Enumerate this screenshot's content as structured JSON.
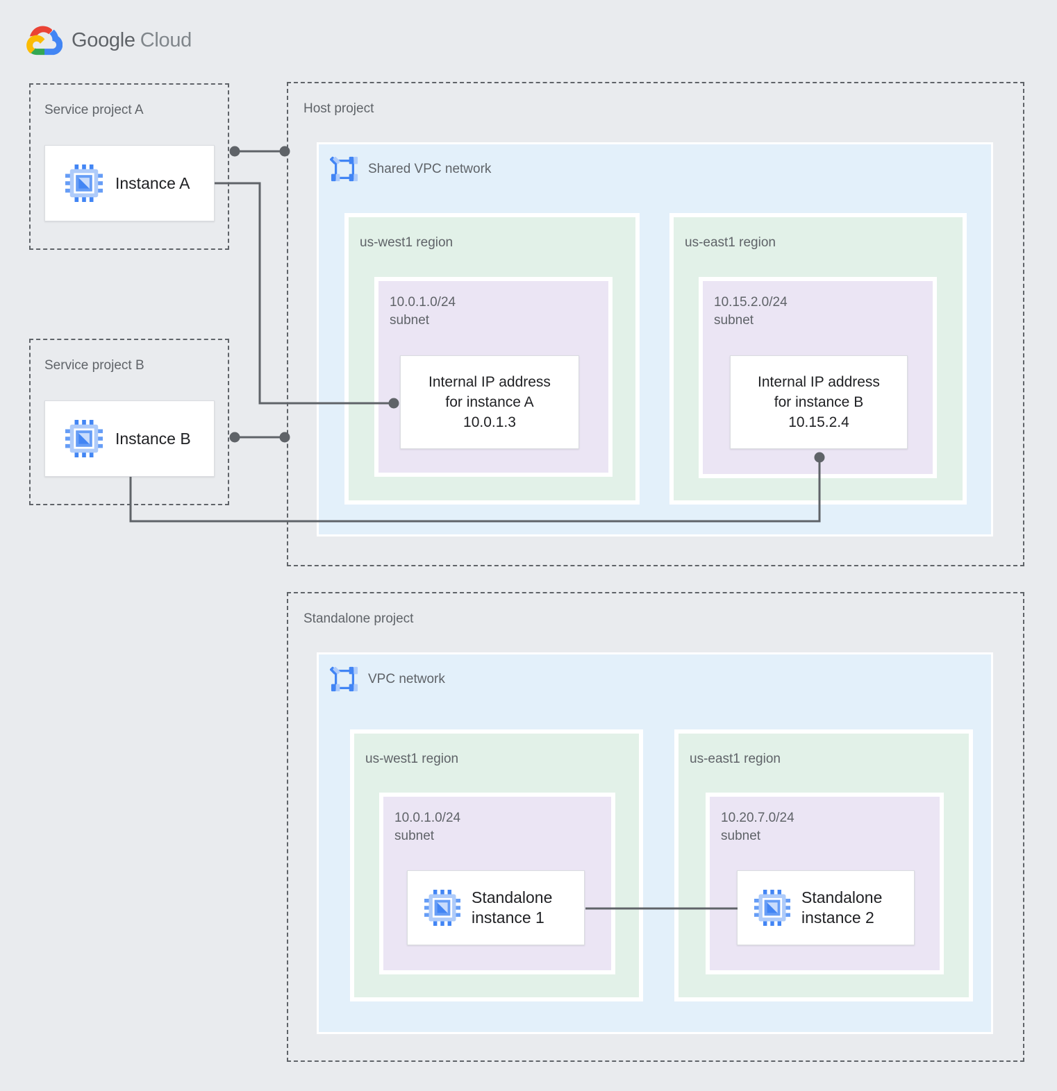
{
  "logo": {
    "brand": "Google",
    "product": "Cloud"
  },
  "service_project_a": {
    "title": "Service project A",
    "instance_label": "Instance A"
  },
  "service_project_b": {
    "title": "Service project B",
    "instance_label": "Instance B"
  },
  "host_project": {
    "title": "Host project",
    "network_label": "Shared VPC network",
    "regions": [
      {
        "name": "us-west1 region",
        "subnet_cidr": "10.0.1.0/24",
        "subnet_label": "subnet",
        "ip_box_lines": [
          "Internal IP address",
          "for instance A",
          "10.0.1.3"
        ]
      },
      {
        "name": "us-east1 region",
        "subnet_cidr": "10.15.2.0/24",
        "subnet_label": "subnet",
        "ip_box_lines": [
          "Internal IP address",
          "for instance B",
          "10.15.2.4"
        ]
      }
    ]
  },
  "standalone_project": {
    "title": "Standalone project",
    "network_label": "VPC network",
    "regions": [
      {
        "name": "us-west1 region",
        "subnet_cidr": "10.0.1.0/24",
        "subnet_label": "subnet",
        "instance_lines": [
          "Standalone",
          "instance 1"
        ]
      },
      {
        "name": "us-east1 region",
        "subnet_cidr": "10.20.7.0/24",
        "subnet_label": "subnet",
        "instance_lines": [
          "Standalone",
          "instance 2"
        ]
      }
    ]
  },
  "icons": {
    "compute_instance": "chip-icon",
    "vpc_network": "vpc-icon",
    "brand": "google-cloud-logo"
  },
  "colors": {
    "canvas_bg": "#E9EBEE",
    "vpc_panel_bg": "#E3F0FA",
    "region_bg": "#E2F1E8",
    "subnet_bg": "#EBE5F4",
    "card_bg": "#FFFFFF",
    "label_gray": "#5F6368",
    "text_dark": "#202124",
    "connector": "#5F6368",
    "logo_blue": "#4285F4",
    "logo_red": "#EA4335",
    "logo_yellow": "#FBBC04",
    "logo_green": "#34A853",
    "icon_blue_dark": "#4285F4",
    "icon_blue_mid": "#669DF6",
    "icon_blue_light": "#AECBFA"
  }
}
